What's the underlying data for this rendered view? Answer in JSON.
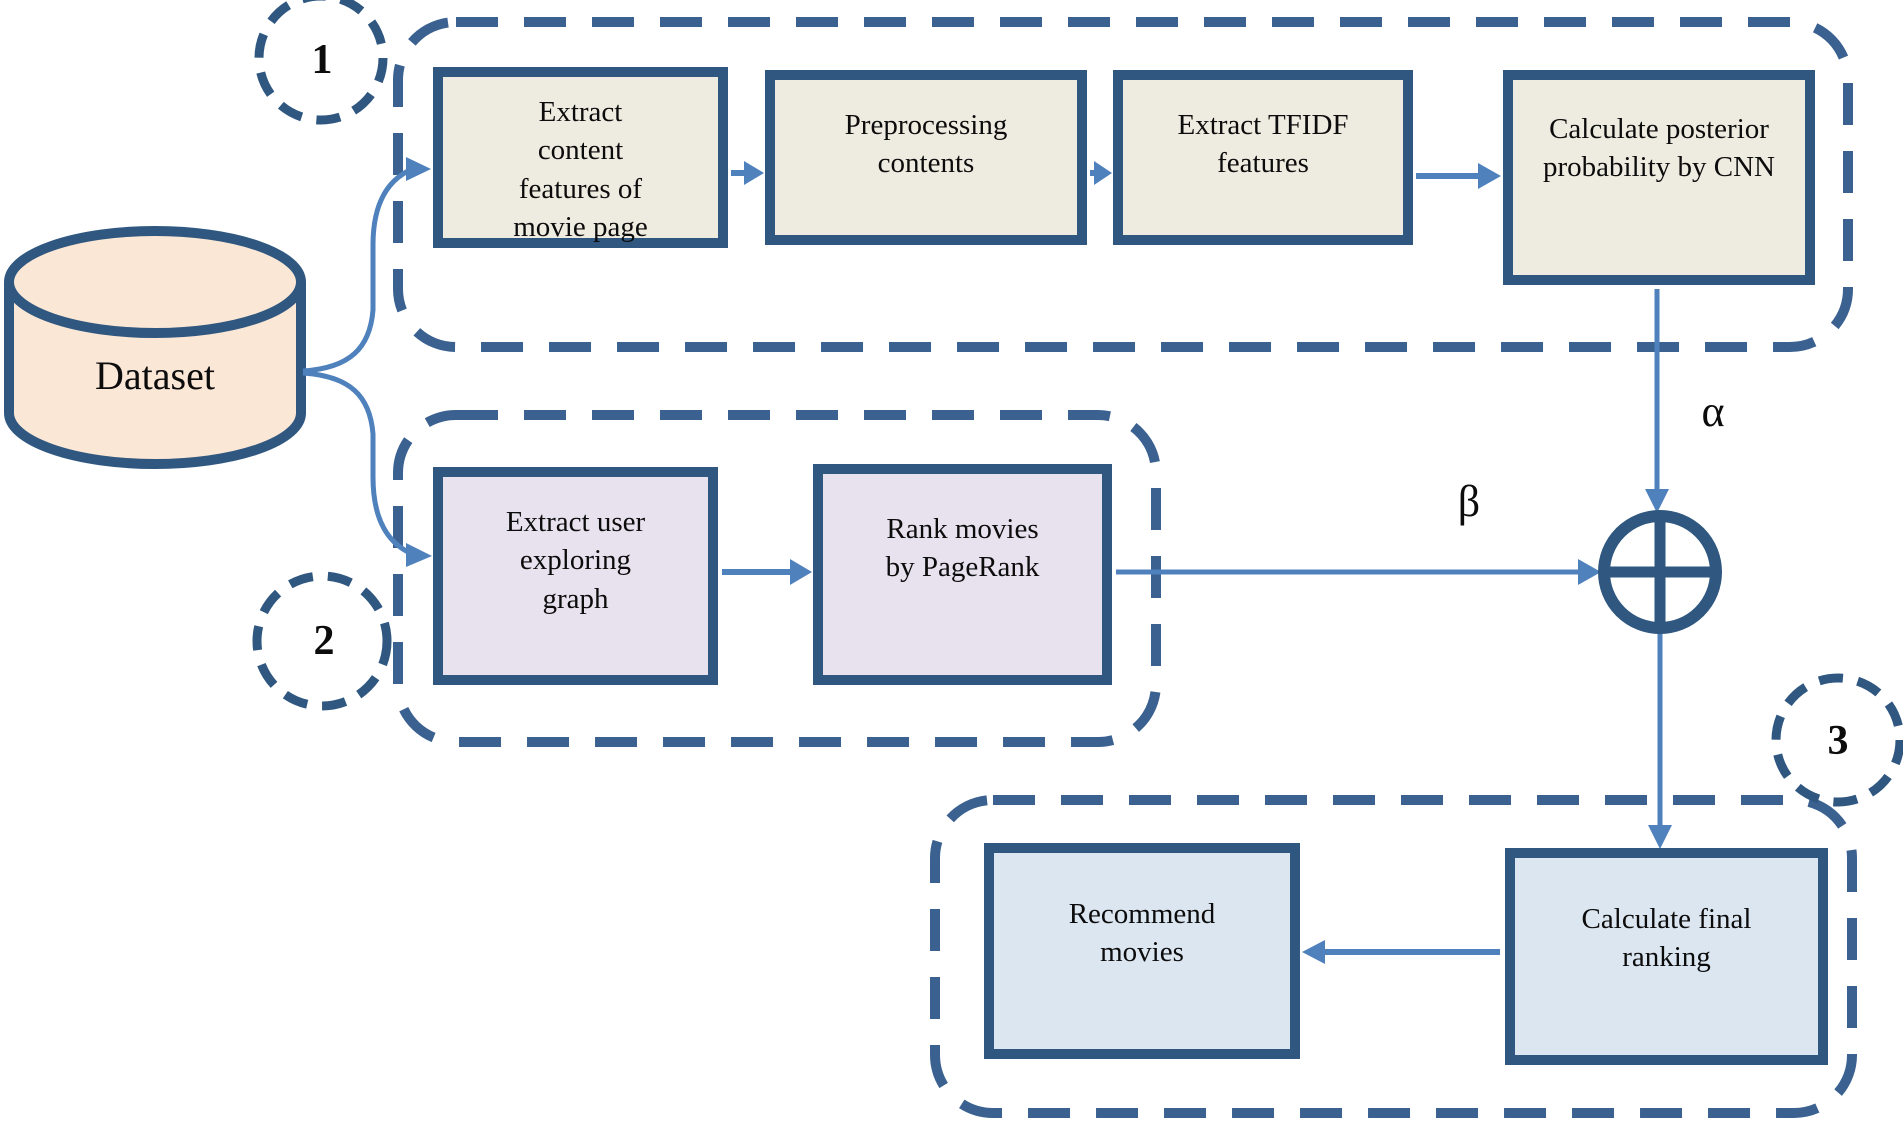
{
  "diagram": {
    "dataset_label": "Dataset",
    "step_numbers": [
      "1",
      "2",
      "3"
    ],
    "alpha_label": "α",
    "beta_label": "β",
    "boxes": {
      "extract_content": [
        "Extract",
        "content",
        "features of",
        "movie page"
      ],
      "preprocessing": [
        "Preprocessing",
        "contents"
      ],
      "tfidf": [
        "Extract TFIDF",
        "features"
      ],
      "cnn": [
        "Calculate posterior",
        "probability by CNN"
      ],
      "user_graph": [
        "Extract user",
        "exploring",
        "graph"
      ],
      "pagerank": [
        "Rank movies",
        "by PageRank"
      ],
      "recommend": [
        "Recommend",
        "movies"
      ],
      "final_ranking": [
        "Calculate final",
        "ranking"
      ]
    },
    "colors": {
      "box_border": "#2F5780",
      "dashed_border": "#3A6190",
      "arrow": "#4F81BD",
      "fill_content_stage": "#EEECE1",
      "fill_graph_stage": "#E7E2EE",
      "fill_final_stage": "#DCE6F1",
      "fill_dataset": "#FBE7D6"
    }
  }
}
